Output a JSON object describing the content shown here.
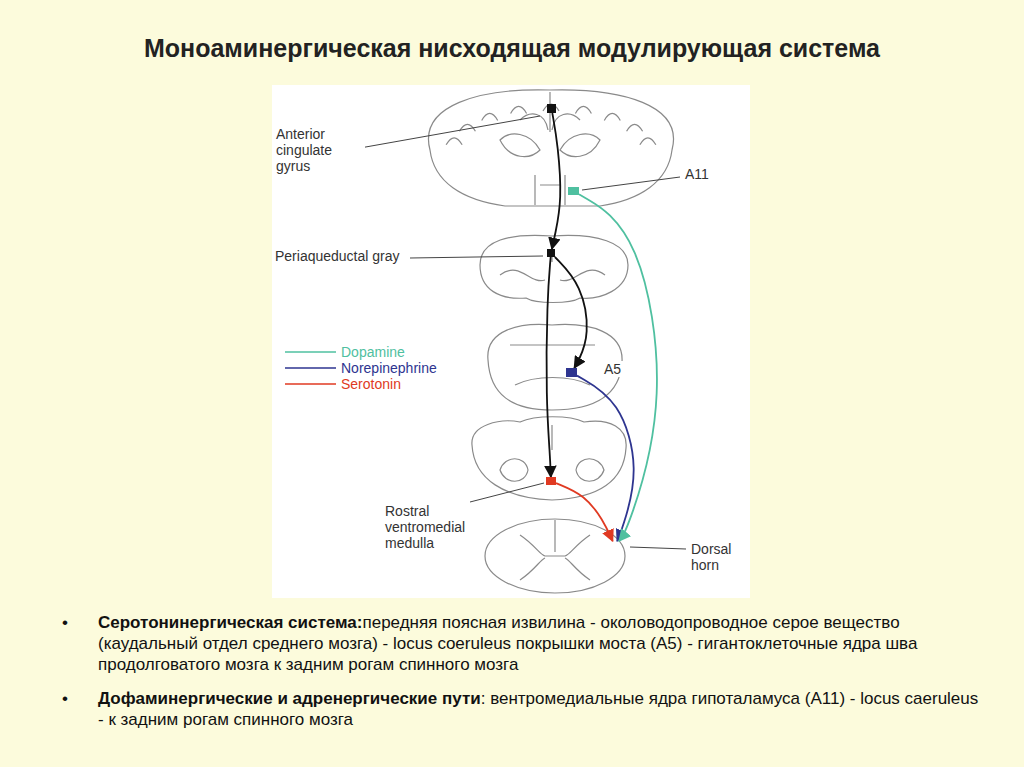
{
  "diagram": {
    "title": "Моноаминергическая нисходящая модулирующая система",
    "nodes": [
      {
        "text": [
          "Anterior cingulate gyrus"
        ]
      },
      {
        "text": [
          "A11"
        ]
      },
      {
        "text": [
          "Periaqueductal gray"
        ]
      },
      {
        "text": [
          "A5"
        ]
      },
      {
        "text": [
          "Rostral ventromedial medulla"
        ]
      },
      {
        "text": [
          "Dorsal horn"
        ]
      }
    ],
    "edges": [
      {
        "from": 0,
        "to": 2,
        "arrow": "to"
      },
      {
        "from": 2,
        "to": 3,
        "arrow": "to"
      },
      {
        "from": 2,
        "to": 4,
        "arrow": "to"
      },
      {
        "from": 3,
        "to": 5,
        "arrow": "to"
      },
      {
        "from": 1,
        "to": 5,
        "arrow": "to"
      },
      {
        "from": 4,
        "to": 5,
        "arrow": "to"
      }
    ],
    "labels": [
      "•",
      "Серотонинергическая система:",
      "передняя поясная извилина - околоводопроводное серое вещество (каудальный отдел среднего мозга) - locus coeruleus покрышки моста (A5) - гигантоклеточные ядра шва продолговатого мозга к задним рогам спинного мозга",
      "•",
      "Дофаминергические и адренергические пути",
      ": вентромедиальные ядра гипоталамуса (A11) - locus caeruleus - к задним рогам спинного мозга"
    ],
    "legend": [
      {
        "text": "Dopamine",
        "color": "#4fc0a0"
      },
      {
        "text": "Norepinephrine",
        "color": "#2e3590"
      },
      {
        "text": "Serotonin",
        "color": "#e03a22"
      }
    ]
  }
}
